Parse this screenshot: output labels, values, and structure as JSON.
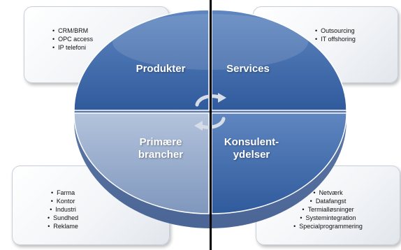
{
  "quadrants": {
    "produkter": {
      "label": "Produkter",
      "items": [
        "CRM/BRM",
        "OPC access",
        "IP telefoni"
      ]
    },
    "services": {
      "label": "Services",
      "items": [
        "Outsourcing",
        "IT offshoring"
      ]
    },
    "primaere": {
      "label_line1": "Primære",
      "label_line2": "brancher",
      "items": [
        "Farma",
        "Kontor",
        "Industri",
        "Sundhed",
        "Reklame"
      ]
    },
    "konsulent": {
      "label_line1": "Konsulent-",
      "label_line2": "ydelser",
      "items": [
        "Netværk",
        "Datafangst",
        "Termialløsninger",
        "Systemintegration",
        "Specialprogrammering"
      ]
    }
  },
  "colors": {
    "top_quadrant": "#3b64a4",
    "bottom_quadrant": "#93a8c8",
    "divider": "#000000"
  }
}
